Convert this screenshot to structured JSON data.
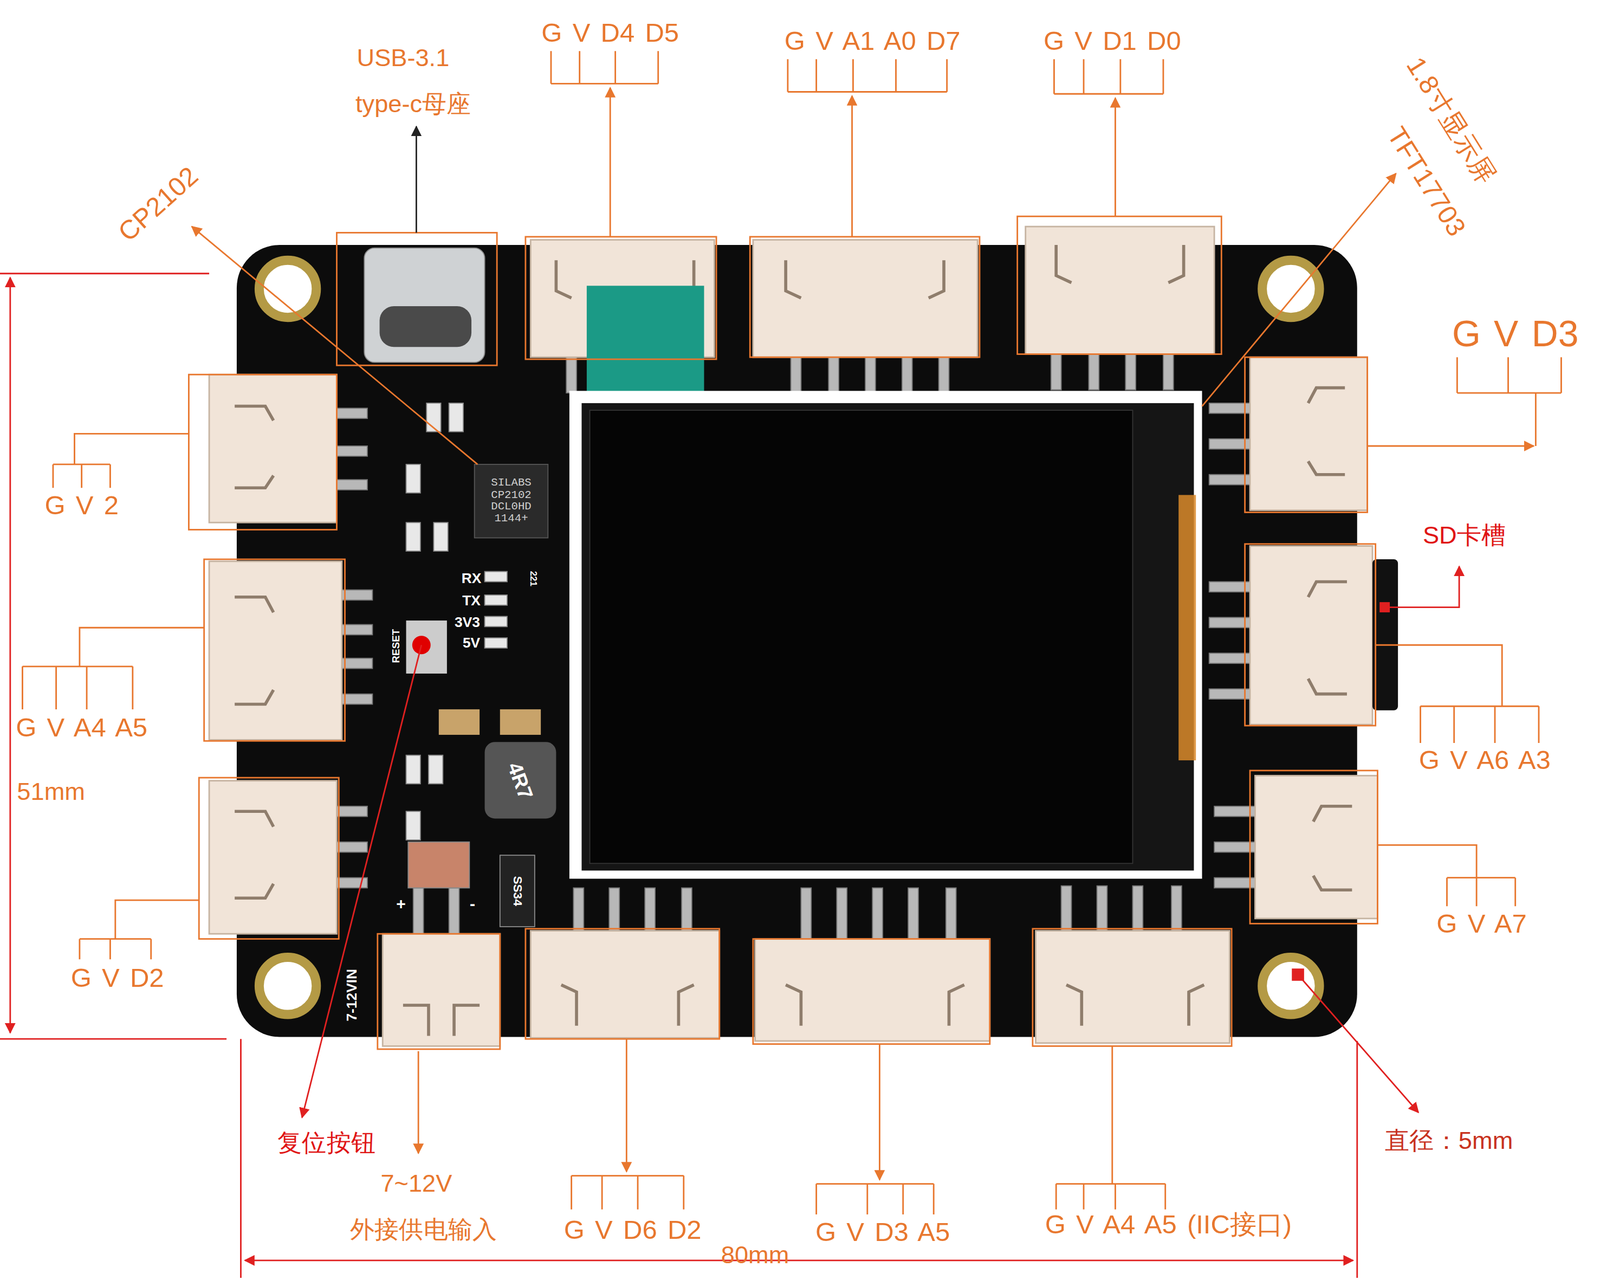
{
  "diagram": {
    "labels": [
      "USB-3.1",
      "type-c母座",
      "G V D4 D5",
      "G V A1 A0 D7",
      "G V D1 D0",
      "CP2102",
      "1.8寸显示屏",
      "TFT17703",
      "G V D3",
      "SD卡槽",
      "G V A6 A3",
      "G V A7",
      "G V 2",
      "G V A4 A5",
      "51mm",
      "G V D2",
      "复位按钮",
      "7~12V",
      "外接供电输入",
      "G V D6 D2",
      "G V D3 A5",
      "G V A4 A5 (IIC接口)",
      "80mm",
      "直径：5mm",
      "RX",
      "TX",
      "3V3",
      "5V",
      "RESET",
      "SILABS CP2102 DCL0HD 1144+",
      "4R7",
      "SS34",
      "+",
      "-",
      "7-12VIN",
      "221"
    ]
  }
}
